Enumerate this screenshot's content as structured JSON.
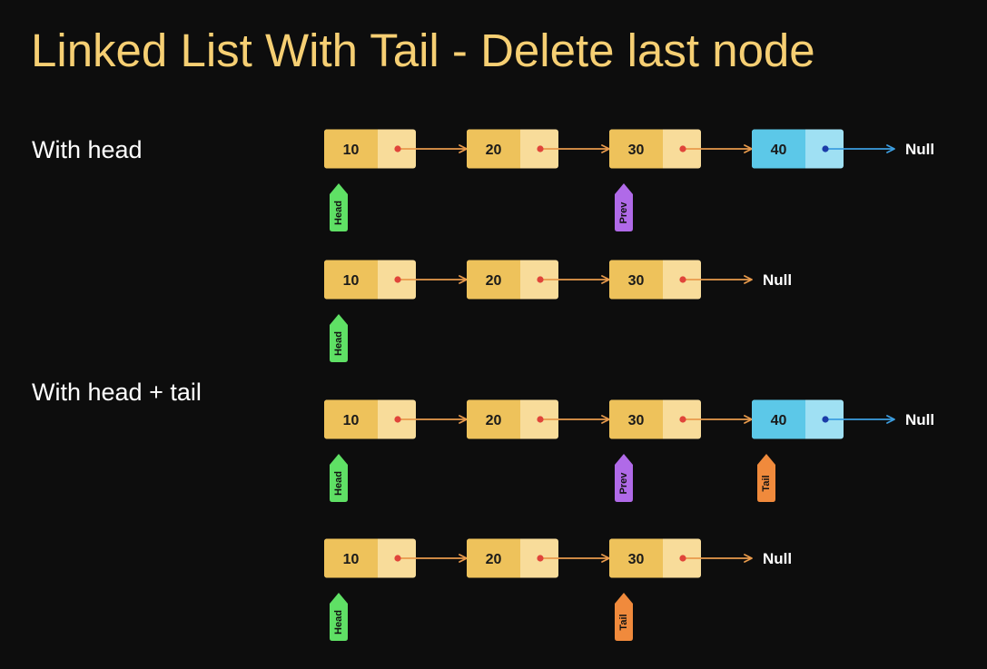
{
  "title": "Linked List With Tail - Delete last node",
  "sections": [
    {
      "label": "With head"
    },
    {
      "label": "With head + tail"
    }
  ],
  "colors": {
    "node": "#f5cd6f",
    "node_dark": "#eec25b",
    "node_ptr": "#f8dc9a",
    "node_highlight": "#5cc8e8",
    "node_highlight_ptr": "#9fe0f3",
    "arrow": "#e89a4c",
    "arrow_highlight": "#3d9ee0",
    "dot": "#e0443a",
    "dot_highlight": "#1b3ca8",
    "head": "#5fe065",
    "prev": "#b06ae8",
    "tail": "#f08a3c"
  },
  "null_label": "Null",
  "rows": [
    {
      "nodes": [
        "10",
        "20",
        "30",
        "40"
      ],
      "highlight_last": true,
      "pointers": [
        {
          "label": "Head",
          "at": 0,
          "color": "head"
        },
        {
          "label": "Prev",
          "at": 2,
          "color": "prev"
        }
      ]
    },
    {
      "nodes": [
        "10",
        "20",
        "30"
      ],
      "highlight_last": false,
      "pointers": [
        {
          "label": "Head",
          "at": 0,
          "color": "head"
        }
      ]
    },
    {
      "nodes": [
        "10",
        "20",
        "30",
        "40"
      ],
      "highlight_last": true,
      "pointers": [
        {
          "label": "Head",
          "at": 0,
          "color": "head"
        },
        {
          "label": "Prev",
          "at": 2,
          "color": "prev"
        },
        {
          "label": "Tail",
          "at": 3,
          "color": "tail"
        }
      ]
    },
    {
      "nodes": [
        "10",
        "20",
        "30"
      ],
      "highlight_last": false,
      "pointers": [
        {
          "label": "Head",
          "at": 0,
          "color": "head"
        },
        {
          "label": "Tail",
          "at": 2,
          "color": "tail"
        }
      ]
    }
  ]
}
